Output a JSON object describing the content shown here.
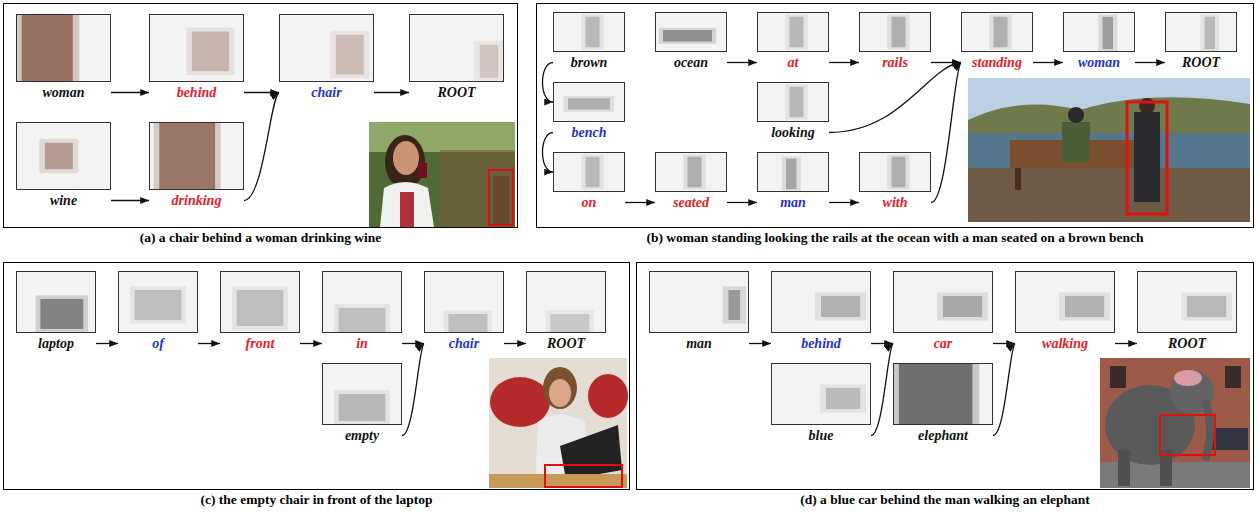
{
  "diagram": {
    "nodes": [
      {
        "text": [
          "(a) a chair behind a woman drinking wine"
        ]
      },
      {
        "text": [
          "woman"
        ],
        "in": 0
      },
      {
        "text": [
          "behind"
        ],
        "in": 0
      },
      {
        "text": [
          "chair"
        ],
        "in": 0
      },
      {
        "text": [
          "ROOT"
        ],
        "in": 0
      },
      {
        "text": [
          "wine"
        ],
        "in": 0
      },
      {
        "text": [
          "drinking"
        ],
        "in": 0
      },
      {
        "text": [
          "(b) woman standing looking the rails at the ocean with a man seated on a brown bench"
        ]
      },
      {
        "text": [
          "brown"
        ],
        "in": 7
      },
      {
        "text": [
          "ocean"
        ],
        "in": 7
      },
      {
        "text": [
          "at"
        ],
        "in": 7
      },
      {
        "text": [
          "rails"
        ],
        "in": 7
      },
      {
        "text": [
          "standing"
        ],
        "in": 7
      },
      {
        "text": [
          "woman"
        ],
        "in": 7
      },
      {
        "text": [
          "ROOT"
        ],
        "in": 7
      },
      {
        "text": [
          "bench"
        ],
        "in": 7
      },
      {
        "text": [
          "looking"
        ],
        "in": 7
      },
      {
        "text": [
          "on"
        ],
        "in": 7
      },
      {
        "text": [
          "seated"
        ],
        "in": 7
      },
      {
        "text": [
          "man"
        ],
        "in": 7
      },
      {
        "text": [
          "with"
        ],
        "in": 7
      },
      {
        "text": [
          "(c) the empty chair in front of the laptop"
        ]
      },
      {
        "text": [
          "laptop"
        ],
        "in": 21
      },
      {
        "text": [
          "of"
        ],
        "in": 21
      },
      {
        "text": [
          "front"
        ],
        "in": 21
      },
      {
        "text": [
          "in"
        ],
        "in": 21
      },
      {
        "text": [
          "chair"
        ],
        "in": 21
      },
      {
        "text": [
          "ROOT"
        ],
        "in": 21
      },
      {
        "text": [
          "empty"
        ],
        "in": 21
      },
      {
        "text": [
          "(d) a blue car behind the man walking an elephant"
        ]
      },
      {
        "text": [
          "man"
        ],
        "in": 29
      },
      {
        "text": [
          "behind"
        ],
        "in": 29
      },
      {
        "text": [
          "car"
        ],
        "in": 29
      },
      {
        "text": [
          "walking"
        ],
        "in": 29
      },
      {
        "text": [
          "ROOT"
        ],
        "in": 29
      },
      {
        "text": [
          "blue"
        ],
        "in": 29
      },
      {
        "text": [
          "elephant"
        ],
        "in": 29
      }
    ],
    "edges": [
      {
        "from": 1,
        "to": 2,
        "arrow": "to"
      },
      {
        "from": 2,
        "to": 3,
        "arrow": "to"
      },
      {
        "from": 3,
        "to": 4,
        "arrow": "to"
      },
      {
        "from": 5,
        "to": 6,
        "arrow": "to"
      },
      {
        "from": 6,
        "to": 3,
        "arrow": "to"
      },
      {
        "from": 8,
        "to": 15,
        "arrow": "to"
      },
      {
        "from": 15,
        "to": 17,
        "arrow": "to"
      },
      {
        "from": 9,
        "to": 10,
        "arrow": "to"
      },
      {
        "from": 10,
        "to": 11,
        "arrow": "to"
      },
      {
        "from": 11,
        "to": 12,
        "arrow": "to"
      },
      {
        "from": 12,
        "to": 13,
        "arrow": "to"
      },
      {
        "from": 13,
        "to": 14,
        "arrow": "to"
      },
      {
        "from": 16,
        "to": 12,
        "arrow": "to"
      },
      {
        "from": 17,
        "to": 18,
        "arrow": "to"
      },
      {
        "from": 18,
        "to": 19,
        "arrow": "to"
      },
      {
        "from": 19,
        "to": 20,
        "arrow": "to"
      },
      {
        "from": 20,
        "to": 12,
        "arrow": "to"
      },
      {
        "from": 22,
        "to": 23,
        "arrow": "to"
      },
      {
        "from": 23,
        "to": 24,
        "arrow": "to"
      },
      {
        "from": 24,
        "to": 25,
        "arrow": "to"
      },
      {
        "from": 25,
        "to": 26,
        "arrow": "to"
      },
      {
        "from": 26,
        "to": 27,
        "arrow": "to"
      },
      {
        "from": 28,
        "to": 26,
        "arrow": "to"
      },
      {
        "from": 30,
        "to": 31,
        "arrow": "to"
      },
      {
        "from": 31,
        "to": 32,
        "arrow": "to"
      },
      {
        "from": 32,
        "to": 33,
        "arrow": "to"
      },
      {
        "from": 33,
        "to": 34,
        "arrow": "to"
      },
      {
        "from": 35,
        "to": 32,
        "arrow": "to"
      },
      {
        "from": 36,
        "to": 33,
        "arrow": "to"
      }
    ]
  }
}
